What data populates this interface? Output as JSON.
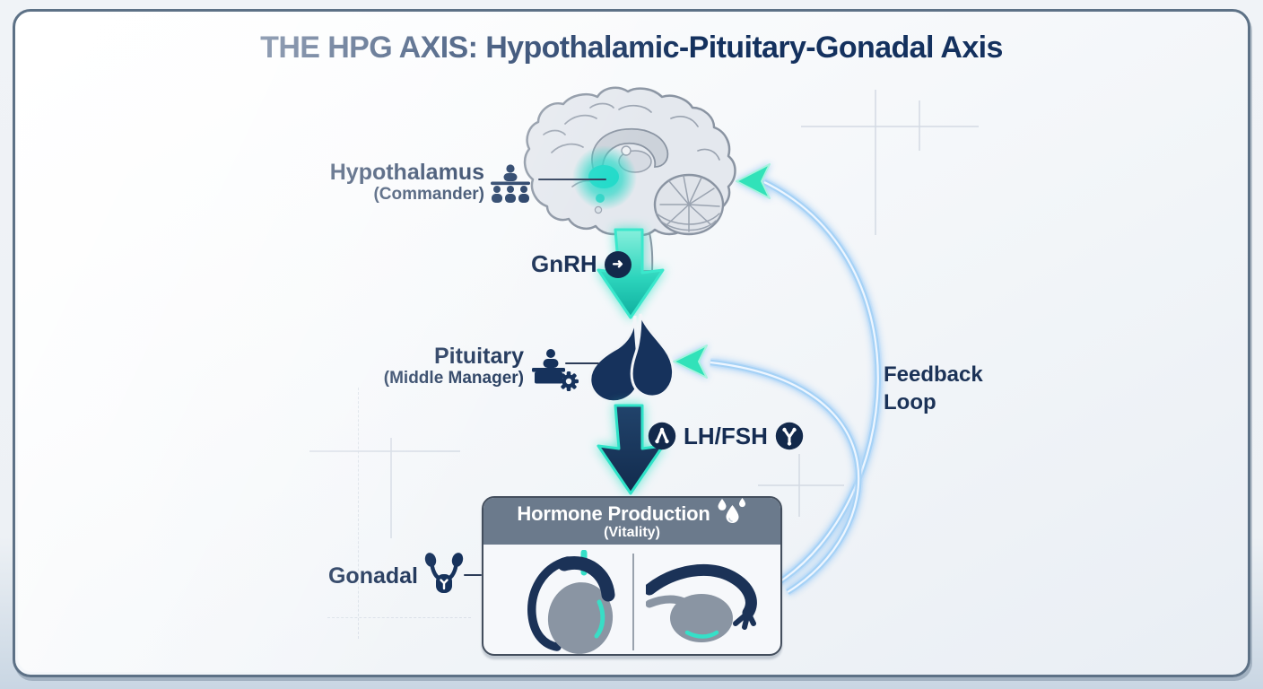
{
  "title": {
    "emphasis": "THE HPG AXIS:",
    "rest": " Hypothalamic-Pituitary-Gonadal Axis"
  },
  "nodes": {
    "hypothalamus": {
      "label": "Hypothalamus",
      "role": "(Commander)"
    },
    "pituitary": {
      "label": "Pituitary",
      "role": "(Middle Manager)"
    },
    "gonadal": {
      "label": "Gonadal"
    }
  },
  "hormones": {
    "gnrh": "GnRH",
    "lh_fsh": "LH/FSH"
  },
  "production_box": {
    "title": "Hormone Production",
    "subtitle": "(Vitality)"
  },
  "feedback_label": {
    "line1": "Feedback",
    "line2": "Loop"
  },
  "icons": {
    "gnrh_arrow_glyph": "➜",
    "commander_icon": "org-chart of leader above three people",
    "manager_icon": "person at desk with gear",
    "gonadal_icon": "uterus-ovaries pictogram",
    "droplets_icon": "three droplets",
    "molecule_a_icon": "lambda molecule",
    "molecule_y_icon": "y molecule"
  },
  "colors": {
    "navy": "#16325c",
    "teal": "#2fe3c8",
    "teal_dark": "#0fae9e",
    "feedback_blue": "#a8d2f5",
    "header_gray": "#6b7a8c",
    "organ_gray": "#8a95a3",
    "brain_fill": "#e4e8ee",
    "brain_stroke": "#8a94a2"
  }
}
